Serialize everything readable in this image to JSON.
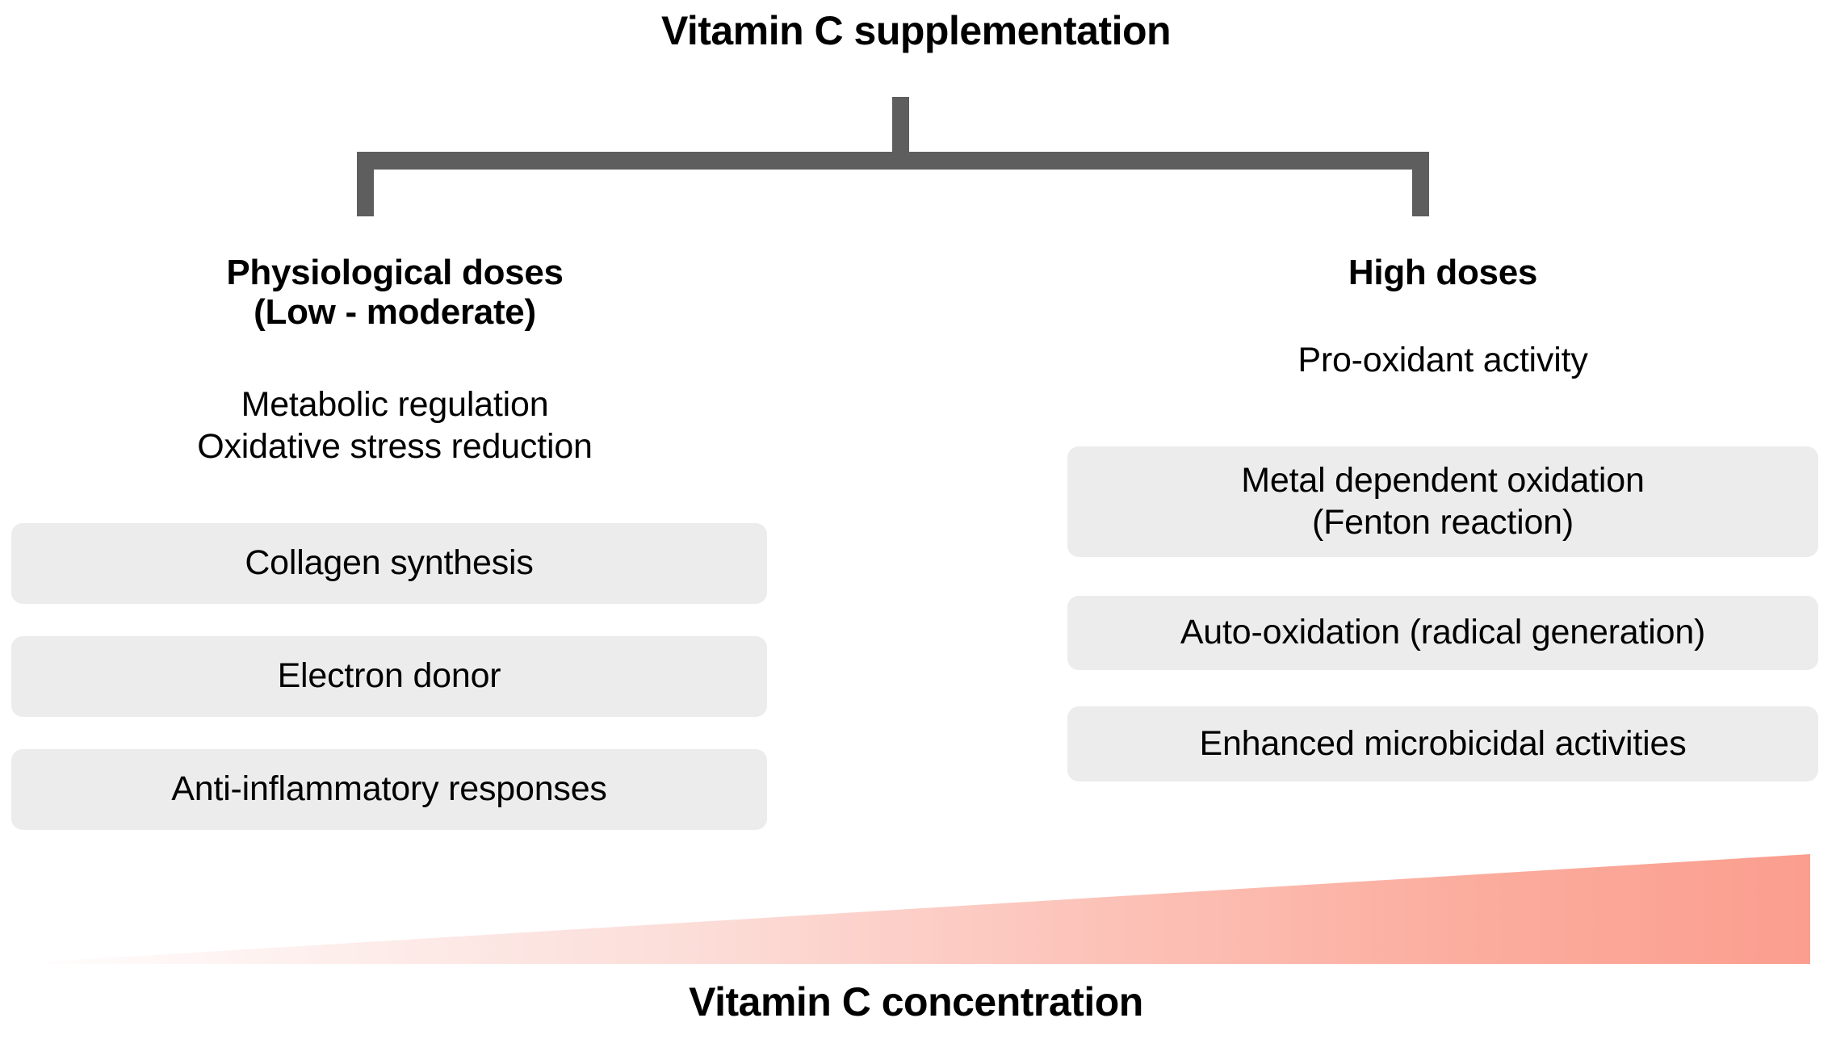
{
  "diagram": {
    "title": "Vitamin C supplementation",
    "bottom_caption": "Vitamin C concentration",
    "colors": {
      "connector": "#5E5E5E",
      "pill_background": "#ECECEC",
      "gradient_start": "#FFFFFF",
      "gradient_end": "#FB9E8F",
      "text": "#000000",
      "page_background": "#FFFFFF"
    },
    "branches": [
      {
        "id": "physiological",
        "heading_line1": "Physiological doses",
        "heading_line2": "(Low - moderate)",
        "subtitle_line1": "Metabolic regulation",
        "subtitle_line2": "Oxidative stress reduction",
        "items": [
          {
            "line1": "Collagen synthesis",
            "line2": ""
          },
          {
            "line1": "Electron donor",
            "line2": ""
          },
          {
            "line1": "Anti-inflammatory responses",
            "line2": ""
          }
        ]
      },
      {
        "id": "high",
        "heading_line1": "High doses",
        "heading_line2": "",
        "subtitle_line1": "Pro-oxidant activity",
        "subtitle_line2": "",
        "items": [
          {
            "line1": "Metal dependent oxidation",
            "line2": "(Fenton reaction)"
          },
          {
            "line1": "Auto-oxidation (radical generation)",
            "line2": ""
          },
          {
            "line1": "Enhanced microbicidal activities",
            "line2": ""
          }
        ]
      }
    ],
    "gradient_arrow": {
      "label": "Vitamin C concentration",
      "direction": "left-to-right-increasing",
      "shape": "wedge-triangle"
    }
  }
}
